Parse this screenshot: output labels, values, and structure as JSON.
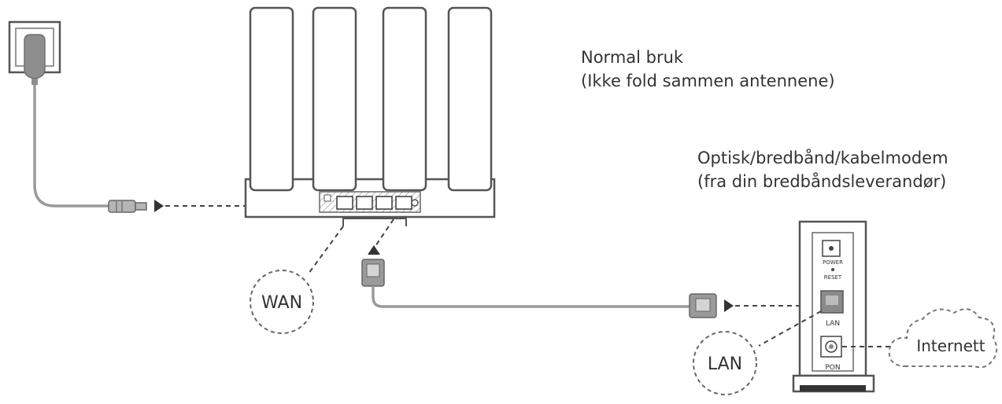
{
  "captions": {
    "normal_use": {
      "line1": "Normal bruk",
      "line2": "(Ikke fold sammen antennene)"
    },
    "modem": {
      "line1": "Optisk/bredbånd/kabelmodem",
      "line2": "(fra din bredbåndsleverandør)"
    }
  },
  "labels": {
    "wan": "WAN",
    "lan_bubble": "LAN",
    "internet": "Internett"
  },
  "modem_labels": {
    "power": "POWER",
    "reset": "RESET",
    "lan": "LAN",
    "pon": "PON"
  },
  "colors": {
    "line": "#555555",
    "plug": "#9a9a9a",
    "text": "#333333"
  },
  "icons": [
    "wall-outlet-icon",
    "power-adapter-icon",
    "router-icon",
    "ethernet-plug-icon",
    "modem-icon",
    "cloud-icon"
  ]
}
